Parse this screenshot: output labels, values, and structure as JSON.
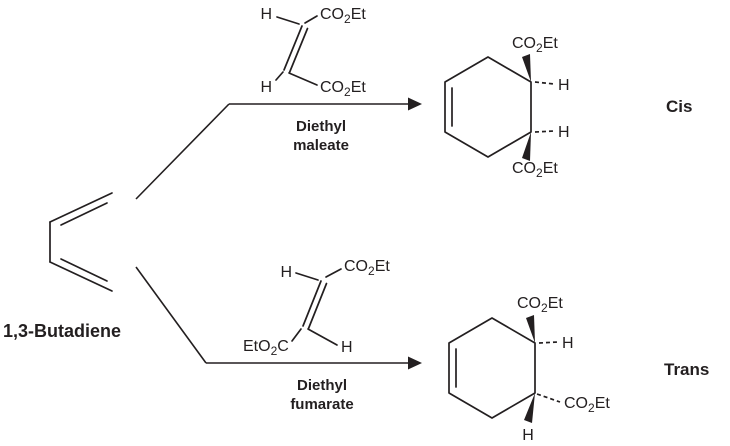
{
  "figure": {
    "reactant_label": "1,3-Butadiene",
    "cis_label": "Cis",
    "trans_label": "Trans"
  },
  "reagents": {
    "maleate_line1": "Diethyl",
    "maleate_line2": "maleate",
    "fumarate_line1": "Diethyl",
    "fumarate_line2": "fumarate"
  },
  "atoms": {
    "h": "H",
    "co": "CO",
    "sub2": "2",
    "et": "Et",
    "eto": "EtO",
    "c": "C"
  },
  "colors": {
    "ink": "#231f20",
    "highlight": "#c23a90",
    "background": "#ffffff"
  }
}
